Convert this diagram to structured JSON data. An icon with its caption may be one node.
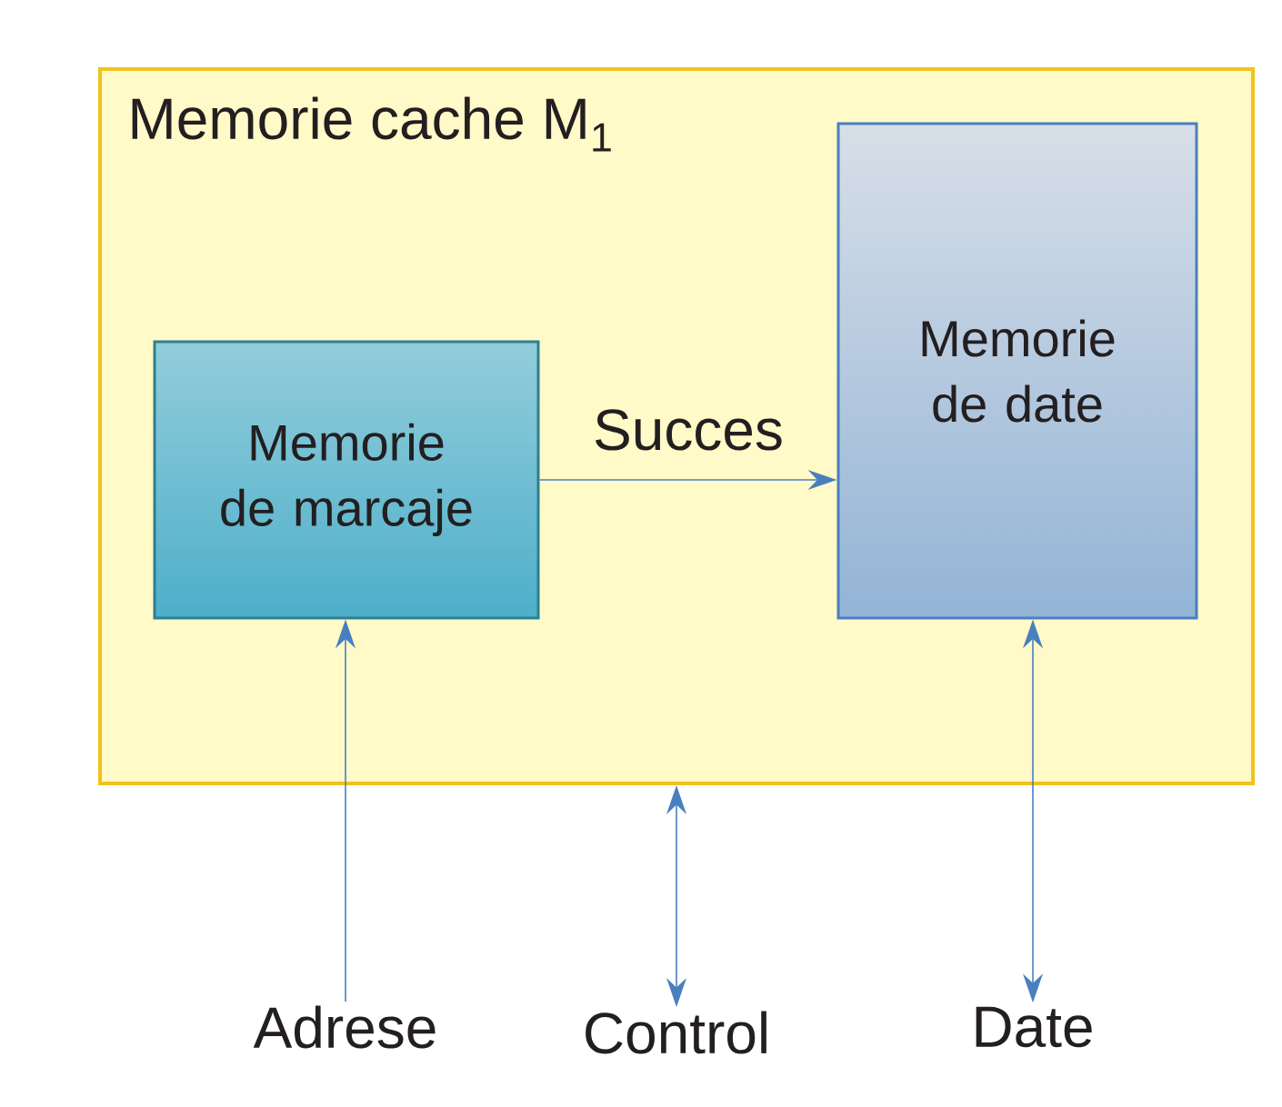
{
  "diagram": {
    "nodes": [
      {
        "text": [
          "Memorie cache M$_{1}$"
        ]
      },
      {
        "text": [
          "Memorie de marcaje"
        ],
        "in": 0
      },
      {
        "text": [
          "Memorie de date"
        ],
        "in": 0
      },
      {
        "text": [
          "Adrese"
        ]
      },
      {
        "text": [
          "Control"
        ]
      },
      {
        "text": [
          "Date"
        ]
      }
    ],
    "edges": [
      {
        "from": 1,
        "to": 2,
        "arrow": "to",
        "label": "Succes"
      },
      {
        "from": 3,
        "to": 1,
        "arrow": "to"
      },
      {
        "from": 4,
        "to": 0,
        "arrow": "both"
      },
      {
        "from": 5,
        "to": 2,
        "arrow": "both"
      }
    ]
  }
}
